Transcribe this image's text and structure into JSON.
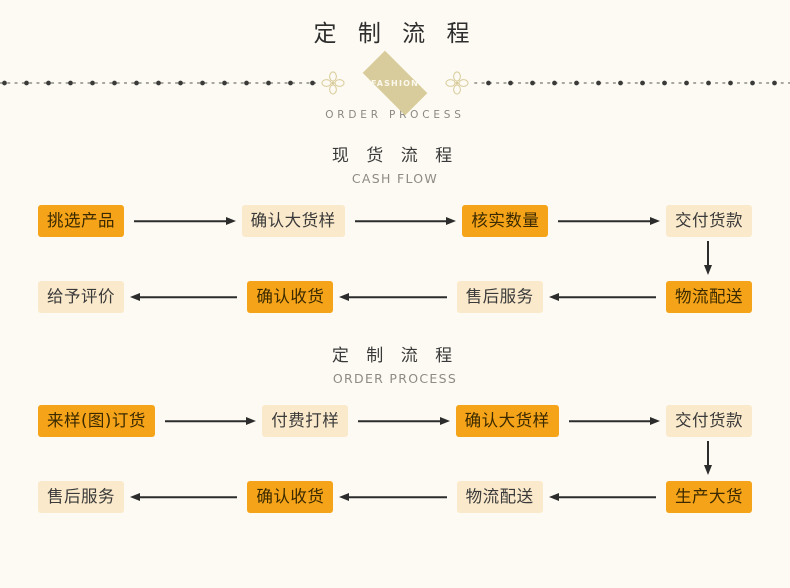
{
  "page": {
    "background_color": "#FCFAF2",
    "orange_color": "#F5A318",
    "cream_color": "#FAE9CB",
    "line_color": "#2C2C2C"
  },
  "header": {
    "title": "定 制 流 程",
    "emblem_label": "FASHION",
    "subtitle": "ORDER PROCESS",
    "left_flower_icon": "flower-ornament-icon",
    "right_flower_icon": "flower-ornament-icon",
    "divider_icon": "dotted-divider-icon"
  },
  "sections": [
    {
      "heading_cn": "现 货 流 程",
      "heading_en": "CASH FLOW",
      "row1": [
        {
          "label": "挑选产品",
          "style": "orange"
        },
        {
          "label": "确认大货样",
          "style": "cream"
        },
        {
          "label": "核实数量",
          "style": "orange"
        },
        {
          "label": "交付货款",
          "style": "cream"
        }
      ],
      "row2": [
        {
          "label": "给予评价",
          "style": "cream"
        },
        {
          "label": "确认收货",
          "style": "orange"
        },
        {
          "label": "售后服务",
          "style": "cream"
        },
        {
          "label": "物流配送",
          "style": "orange"
        }
      ],
      "row1_arrow_direction": "right",
      "row2_arrow_direction": "left",
      "connector_direction": "down"
    },
    {
      "heading_cn": "定 制 流 程",
      "heading_en": "ORDER PROCESS",
      "row1": [
        {
          "label": "来样(图)订货",
          "style": "orange"
        },
        {
          "label": "付费打样",
          "style": "cream"
        },
        {
          "label": "确认大货样",
          "style": "orange"
        },
        {
          "label": "交付货款",
          "style": "cream"
        }
      ],
      "row2": [
        {
          "label": "售后服务",
          "style": "cream"
        },
        {
          "label": "确认收货",
          "style": "orange"
        },
        {
          "label": "物流配送",
          "style": "cream"
        },
        {
          "label": "生产大货",
          "style": "orange"
        }
      ],
      "row1_arrow_direction": "right",
      "row2_arrow_direction": "left",
      "connector_direction": "down"
    }
  ]
}
